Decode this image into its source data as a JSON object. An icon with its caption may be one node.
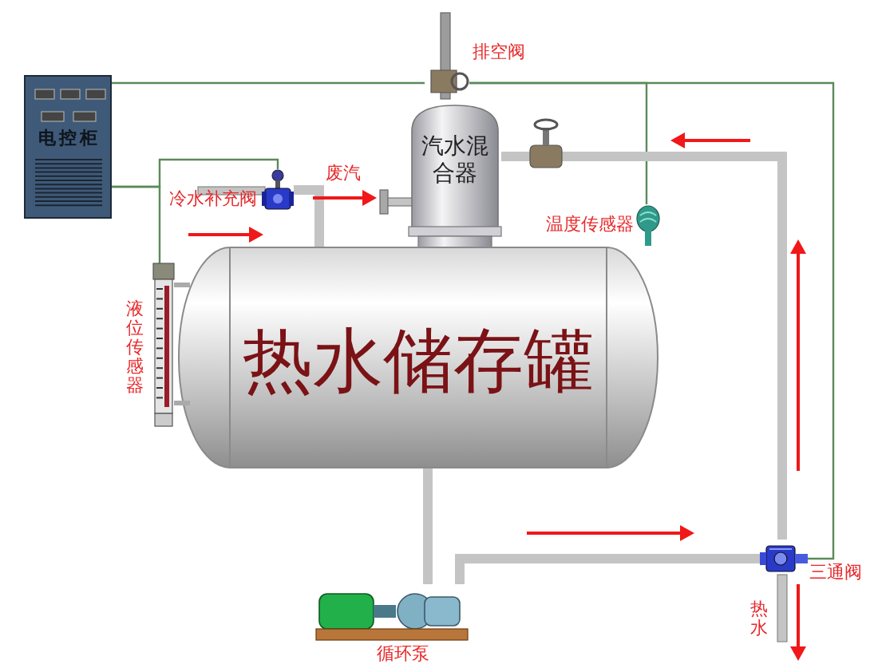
{
  "diagram": {
    "nodes": [
      {
        "text": [
          "电控柜"
        ]
      },
      {
        "text": [
          "汽水混合器"
        ]
      },
      {
        "text": [
          "热水储存罐"
        ]
      },
      {
        "text": [],
        "shape": "picture",
        "beside": [
          "排空阀"
        ]
      },
      {
        "text": [],
        "shape": "picture",
        "beside": [
          "冷水补充阀"
        ]
      },
      {
        "text": [],
        "shape": "picture",
        "beside": [
          "温度传感器"
        ]
      },
      {
        "text": [],
        "shape": "picture",
        "beside": [
          "液位传感器"
        ]
      },
      {
        "text": [],
        "shape": "picture",
        "beside": [
          "循环泵"
        ]
      },
      {
        "text": [],
        "shape": "picture",
        "beside": [
          "三通阀"
        ]
      }
    ],
    "edges": [
      {
        "from": 0,
        "to": 3,
        "arrow": "none"
      },
      {
        "from": 3,
        "to": 5,
        "arrow": "none"
      },
      {
        "from": 3,
        "to": 8,
        "arrow": "none"
      },
      {
        "from": 0,
        "to": 4,
        "arrow": "none"
      },
      {
        "from": 0,
        "to": 6,
        "arrow": "none"
      },
      {
        "from": 2,
        "to": 7,
        "arrow": "none",
        "style": "thick",
        "color": "#c4c4c4"
      },
      {
        "from": 7,
        "to": 8,
        "arrow": "none",
        "style": "thick",
        "color": "#c4c4c4"
      },
      {
        "from": 8,
        "to": 1,
        "arrow": "none",
        "style": "thick",
        "color": "#c4c4c4"
      },
      {
        "from": 4,
        "to": 2,
        "arrow": "none",
        "style": "thick",
        "color": "#c4c4c4"
      }
    ],
    "labels": [
      "废汽",
      "热水"
    ]
  }
}
